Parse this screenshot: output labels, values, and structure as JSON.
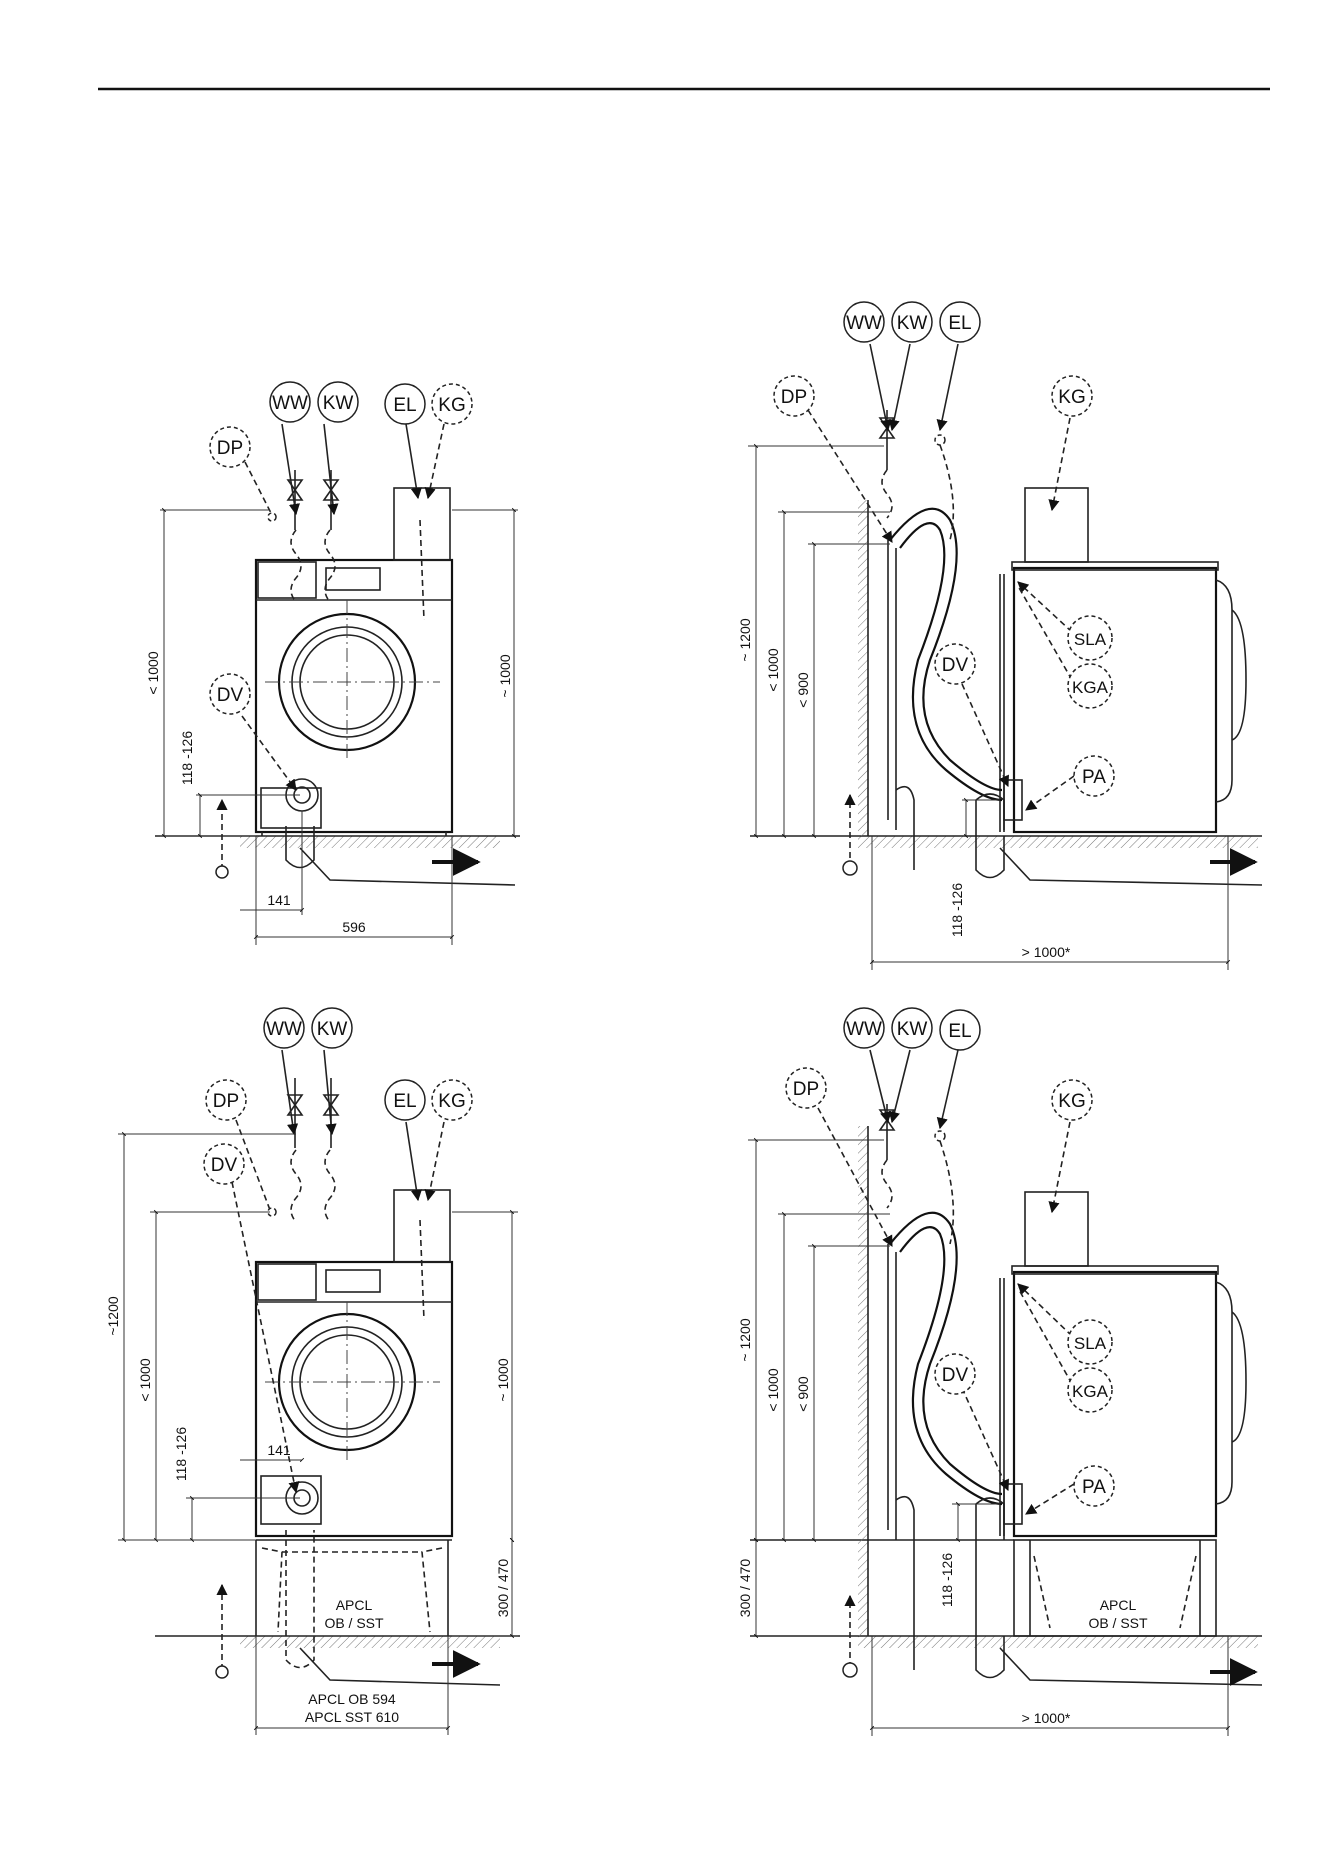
{
  "labels": {
    "ww": "WW",
    "kw": "KW",
    "el": "EL",
    "kg": "KG",
    "dp": "DP",
    "dv": "DV",
    "sla": "SLA",
    "kga": "KGA",
    "pa": "PA"
  },
  "dims": {
    "lt1000": "< 1000",
    "approx1000": "~ 1000",
    "range118": "118 -126",
    "w141": "141",
    "w596": "596",
    "approx1200": "~ 1200",
    "lt900": "< 900",
    "gt1000": "> 1000*",
    "approx1200b": "~1200",
    "range300": "300 / 470",
    "apcl": "APCL",
    "obsst": "OB / SST",
    "apclob": "APCL OB 594",
    "apclsst": "APCL SST 610"
  }
}
